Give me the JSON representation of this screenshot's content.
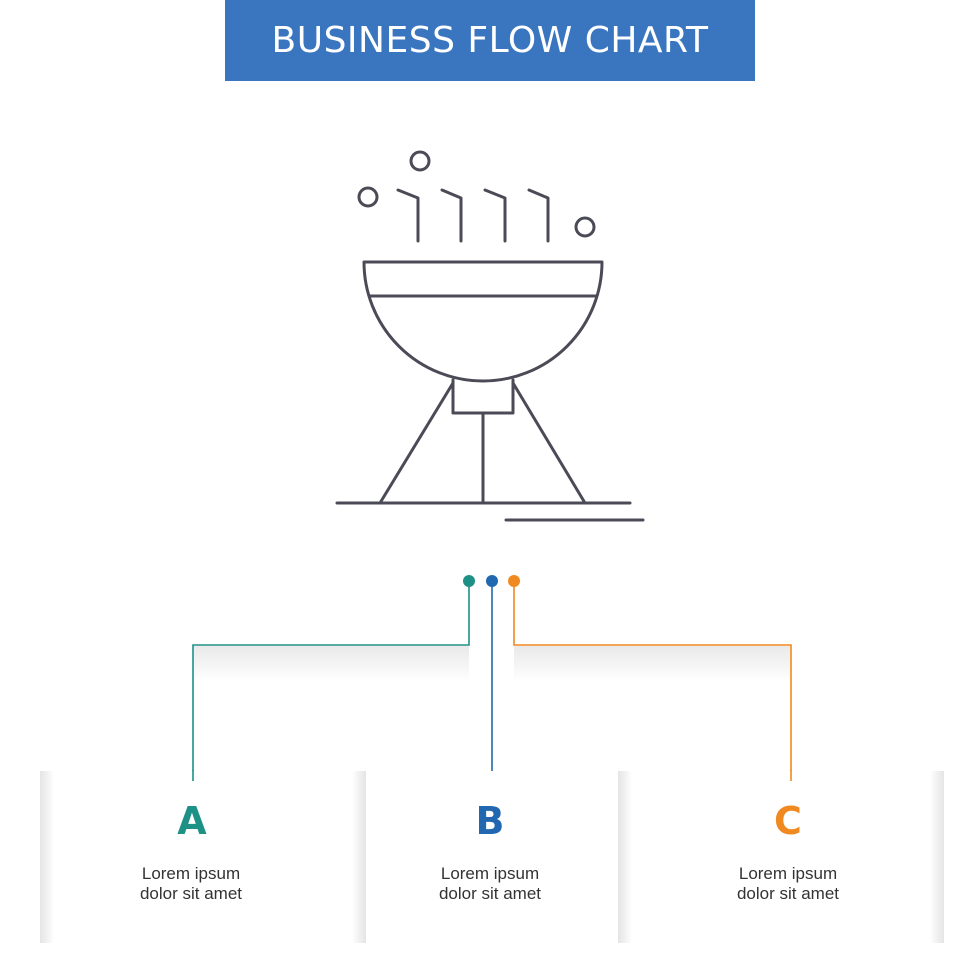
{
  "title": "BUSINESS FLOW CHART",
  "icon": "barbecue-grill-icon",
  "colors": {
    "title_bg": "#3a76c0",
    "a": "#1e9186",
    "b": "#2268b0",
    "c": "#f0891f",
    "icon_stroke": "#4b4b57"
  },
  "steps": [
    {
      "letter": "A",
      "line1": "Lorem ipsum",
      "line2": "dolor sit amet"
    },
    {
      "letter": "B",
      "line1": "Lorem ipsum",
      "line2": "dolor sit amet"
    },
    {
      "letter": "C",
      "line1": "Lorem ipsum",
      "line2": "dolor sit amet"
    }
  ]
}
